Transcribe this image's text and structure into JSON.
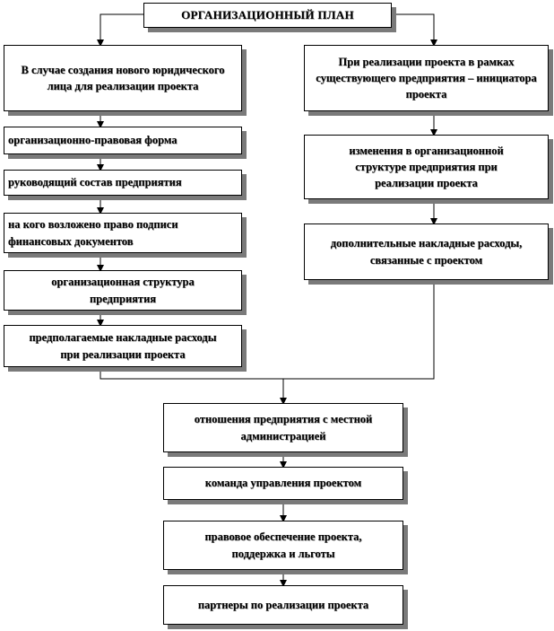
{
  "title": "ОРГАНИЗАЦИОННЫЙ  ПЛАН",
  "left_branch": {
    "header": "В случае создания нового юридического лица для реализации проекта",
    "items": [
      "организационно-правовая форма",
      "руководящий  состав предприятия",
      "на кого возложено право подписи финансовых документов",
      "организационная структура предприятия",
      "предполагаемые накладные расходы при реализации проекта"
    ]
  },
  "right_branch": {
    "header": "При реализации проекта в рамках существующего предприятия – инициатора проекта",
    "items": [
      "изменения в организационной структуре  предприятия при реализации проекта",
      "дополнительные накладные расходы, связанные с проектом"
    ]
  },
  "bottom_chain": {
    "items": [
      "отношения предприятия с местной администрацией",
      "команда управления проектом",
      "правовое обеспечение проекта, поддержка и льготы",
      "партнеры по реализации проекта"
    ]
  }
}
